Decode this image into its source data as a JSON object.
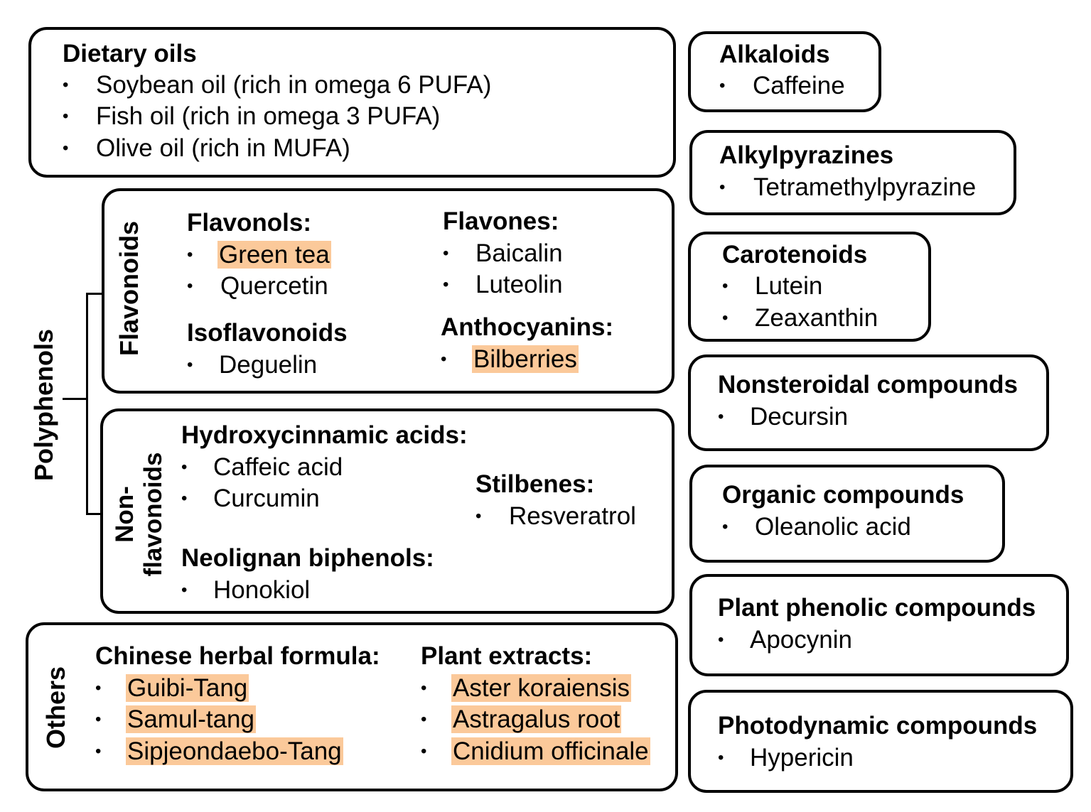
{
  "dietary_oils": {
    "title": "Dietary oils",
    "items": [
      "Soybean oil (rich in omega 6 PUFA)",
      "Fish oil (rich in omega 3 PUFA)",
      "Olive oil (rich in MUFA)"
    ]
  },
  "polyphenols": {
    "label": "Polyphenols",
    "flavonoids": {
      "label": "Flavonoids",
      "flavonols": {
        "title": "Flavonols:",
        "items": [
          "Green tea",
          "Quercetin"
        ]
      },
      "isoflavonoids": {
        "title": "Isoflavonoids",
        "items": [
          "Deguelin"
        ]
      },
      "flavones": {
        "title": "Flavones:",
        "items": [
          "Baicalin",
          "Luteolin"
        ]
      },
      "anthocyanins": {
        "title": "Anthocyanins:",
        "items": [
          "Bilberries"
        ]
      }
    },
    "non_flavonoids": {
      "label_line1": "Non-",
      "label_line2": "flavonoids",
      "hydroxycinnamic": {
        "title": "Hydroxycinnamic acids:",
        "items": [
          "Caffeic acid",
          "Curcumin"
        ]
      },
      "stilbenes": {
        "title": "Stilbenes:",
        "items": [
          "Resveratrol"
        ]
      },
      "neolignan": {
        "title": "Neolignan biphenols:",
        "items": [
          "Honokiol"
        ]
      }
    }
  },
  "others": {
    "label": "Others",
    "chinese_herbal": {
      "title": "Chinese herbal formula:",
      "items": [
        "Guibi-Tang",
        "Samul-tang",
        "Sipjeondaebo-Tang"
      ]
    },
    "plant_extracts": {
      "title": "Plant extracts:",
      "items": [
        "Aster koraiensis",
        "Astragalus root",
        "Cnidium officinale"
      ]
    }
  },
  "right_boxes": [
    {
      "title": "Alkaloids",
      "items": [
        "Caffeine"
      ]
    },
    {
      "title": "Alkylpyrazines",
      "items": [
        "Tetramethylpyrazine"
      ]
    },
    {
      "title": "Carotenoids",
      "items": [
        "Lutein",
        "Zeaxanthin"
      ]
    },
    {
      "title": "Nonsteroidal compounds",
      "items": [
        "Decursin"
      ]
    },
    {
      "title": "Organic compounds",
      "items": [
        "Oleanolic acid"
      ]
    },
    {
      "title": "Plant phenolic compounds",
      "items": [
        "Apocynin"
      ]
    },
    {
      "title": "Photodynamic compounds",
      "items": [
        "Hypericin"
      ]
    }
  ],
  "bullet": "•",
  "colors": {
    "highlight": "#fbc99a",
    "border": "#000000"
  }
}
